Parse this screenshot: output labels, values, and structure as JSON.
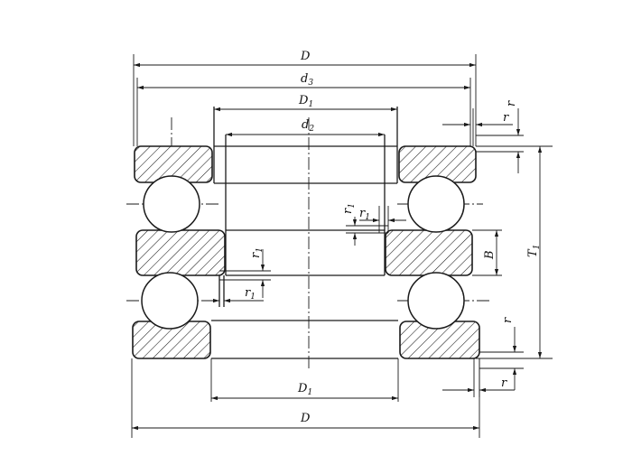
{
  "dimensions": {
    "D_top": {
      "main": "D",
      "sub": ""
    },
    "d3": {
      "main": "d",
      "sub": "3"
    },
    "D1_top": {
      "main": "D",
      "sub": "1"
    },
    "d2": {
      "main": "d",
      "sub": "2"
    },
    "D1_bottom": {
      "main": "D",
      "sub": "1"
    },
    "D_bottom": {
      "main": "D",
      "sub": ""
    },
    "r_top_1": {
      "main": "r",
      "sub": ""
    },
    "r_top_2": {
      "main": "r",
      "sub": ""
    },
    "r1_right_v": {
      "main": "r",
      "sub": "1"
    },
    "r1_right_h": {
      "main": "r",
      "sub": "1"
    },
    "r1_left_v": {
      "main": "r",
      "sub": "1"
    },
    "r1_left_h": {
      "main": "r",
      "sub": "1"
    },
    "B": {
      "main": "B",
      "sub": ""
    },
    "T1": {
      "main": "T",
      "sub": "1"
    },
    "r_bot_1": {
      "main": "r",
      "sub": ""
    },
    "r_bot_2": {
      "main": "r",
      "sub": ""
    }
  }
}
